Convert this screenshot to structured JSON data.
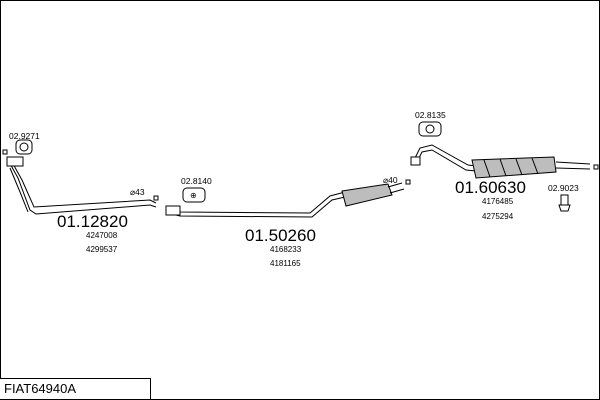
{
  "title": "FIAT64940A",
  "parts": [
    {
      "code": "01.12820",
      "refs": [
        "4247008",
        "4299537"
      ]
    },
    {
      "code": "01.50260",
      "refs": [
        "4168233",
        "4181165"
      ]
    },
    {
      "code": "01.60630",
      "refs": [
        "4176485",
        "4275294"
      ]
    }
  ],
  "small_parts": {
    "gasket_front": "02.9271",
    "clamp_mid": "02.8140",
    "clamp_rear": "02.8135",
    "hanger": "02.9023"
  },
  "diameters": {
    "d1": "⌀43",
    "d2": "⌀40"
  }
}
